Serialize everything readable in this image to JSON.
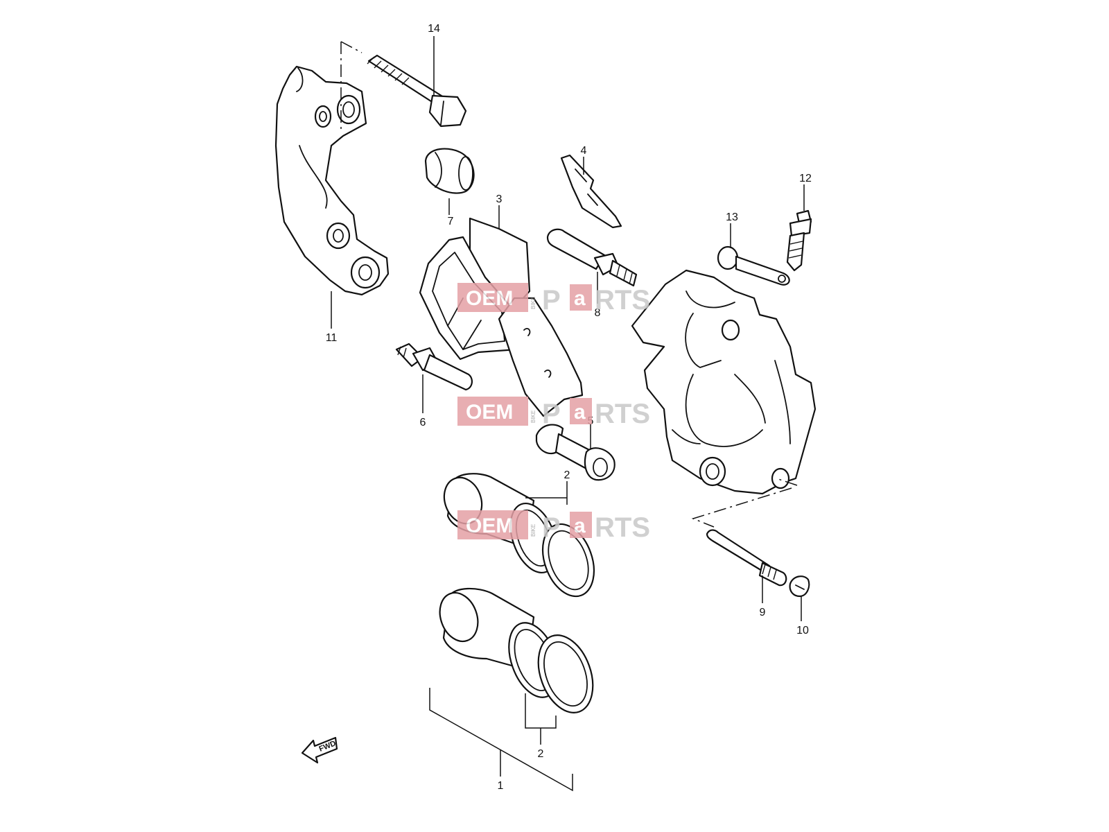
{
  "diagram": {
    "callouts": {
      "c1": "1",
      "c2a": "2",
      "c2b": "2",
      "c3": "3",
      "c4": "4",
      "c5": "5",
      "c6": "6",
      "c7": "7",
      "c8": "8",
      "c9": "9",
      "c10": "10",
      "c11": "11",
      "c12": "12",
      "c13": "13",
      "c14": "14"
    },
    "fwd_label": "FWD",
    "watermark": {
      "oem": "OEM",
      "bike": "BIKE",
      "parts_p": "P",
      "parts_a": "a",
      "parts_rest": "RTS",
      "color": "#e4a0a5"
    }
  }
}
